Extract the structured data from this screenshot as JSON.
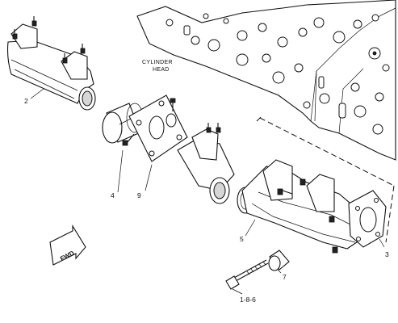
{
  "diagram": {
    "callouts": {
      "part_2": "2",
      "part_4": "4",
      "part_9": "9",
      "part_5": "5",
      "part_3": "3",
      "part_7": "7",
      "part_1_8_6": "1-8-6"
    },
    "cylinder_head_label": {
      "line1": "CYLINDER",
      "line2": "HEAD"
    },
    "fwd_label": "FWD"
  }
}
